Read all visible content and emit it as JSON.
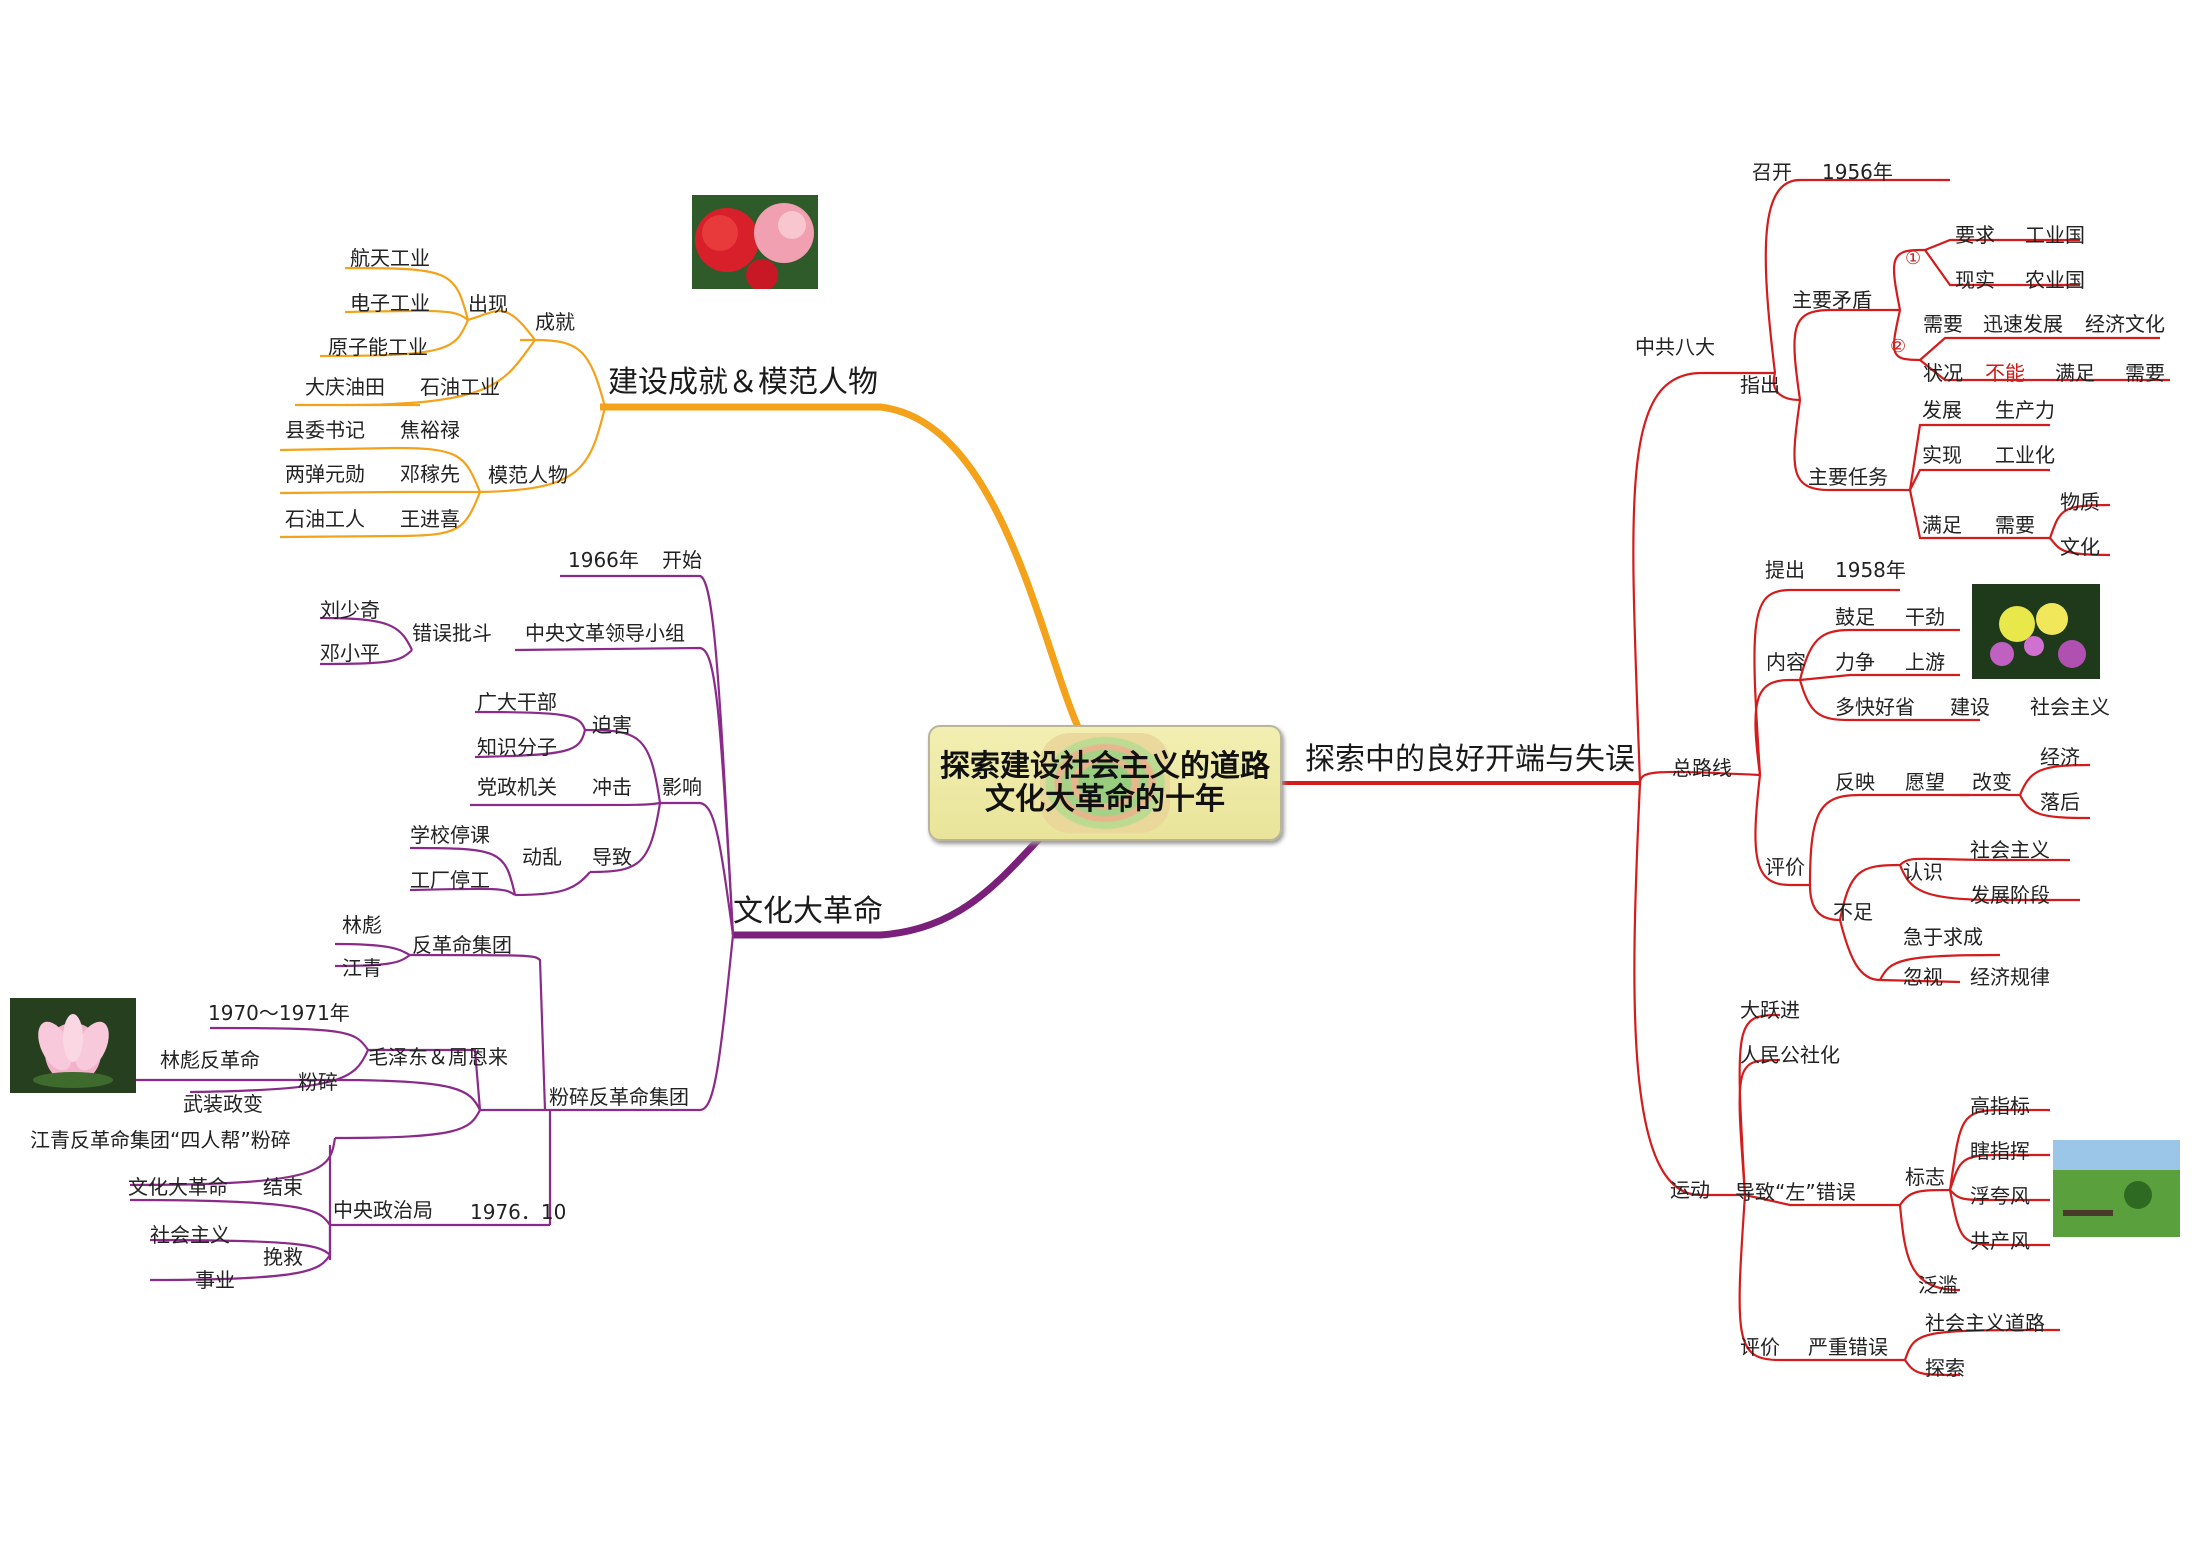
{
  "center": {
    "line1": "探索建设社会主义的道路",
    "line2": "文化大革命的十年"
  },
  "branches": {
    "achievements": "建设成就＆模范人物",
    "culture": "文化大革命",
    "exploration": "探索中的良好开端与失误"
  },
  "labels": {
    "a_cj": "成就",
    "a_cx": "出现",
    "a_htgy": "航天工业",
    "a_dzgy": "电子工业",
    "a_yznggy": "原子能工业",
    "a_syyy": "石油工业",
    "a_dqyt": "大庆油田",
    "a_mfrw": "模范人物",
    "a_jyl": "焦裕禄",
    "a_xwsj": "县委书记",
    "a_djx": "邓稼先",
    "a_ldyx": "两弹元勋",
    "a_wjx": "王进喜",
    "a_sygr": "石油工人",
    "c_ks": "开始",
    "c_1966": "1966年",
    "c_zywg": "中央文革领导小组",
    "c_cwpd": "错误批斗",
    "c_lsq": "刘少奇",
    "c_dxp": "邓小平",
    "c_yx": "影响",
    "c_ph": "迫害",
    "c_ddgb": "广大干部",
    "c_zsfz": "知识分子",
    "c_cj": "冲击",
    "c_dzjg": "党政机关",
    "c_dz": "导致",
    "c_dl": "动乱",
    "c_xxtk": "学校停课",
    "c_gctg": "工厂停工",
    "c_fsfgm": "粉碎反革命集团",
    "c_fgmjt": "反革命集团",
    "c_lb": "林彪",
    "c_jq": "江青",
    "c_mzd": "毛泽东＆周恩来",
    "c_1970": "1970～1971年",
    "c_fs": "粉碎",
    "c_lbfgm": "林彪反革命",
    "c_wzzb": "武装政变",
    "c_19761": "1976．10",
    "c_zyzzj": "中央政治局",
    "c_jqfgm": "江青反革命集团“四人帮”粉碎",
    "c_js": "结束",
    "c_whdgm": "文化大革命",
    "c_wj": "挽救",
    "c_shzy": "社会主义",
    "c_sy": "事业",
    "e_zgbd": "中共八大",
    "e_zk": "召开",
    "e_1956": "1956年",
    "e_zc": "指出",
    "e_zymd": "主要矛盾",
    "e_c1": "①",
    "e_yq": "要求",
    "e_gyg": "工业国",
    "e_xs": "现实",
    "e_nyg": "农业国",
    "e_c2": "②",
    "e_xy": "需要",
    "e_xsfz": "迅速发展",
    "e_jjwh": "经济文化",
    "e_zk2": "状况",
    "e_bn": "不能",
    "e_mz": "满足",
    "e_xy2": "需要",
    "e_zyrw": "主要任务",
    "e_fz": "发展",
    "e_scl": "生产力",
    "e_sx": "实现",
    "e_gyh": "工业化",
    "e_mz2": "满足",
    "e_xy3": "需要",
    "e_wz": "物质",
    "e_wh": "文化",
    "e_zlx": "总路线",
    "e_tc": "提出",
    "e_1958": "1958年",
    "e_nr": "内容",
    "e_gz": "鼓足",
    "e_gj": "干劲",
    "e_lz": "力争",
    "e_sy": "上游",
    "e_dkhs": "多快好省",
    "e_js": "建设",
    "e_shzy": "社会主义",
    "e_pj": "评价",
    "e_fy": "反映",
    "e_yw": "愿望",
    "e_gb": "改变",
    "e_jj": "经济",
    "e_lh": "落后",
    "e_bz": "不足",
    "e_rs": "认识",
    "e_shzy2": "社会主义",
    "e_fzjd": "发展阶段",
    "e_jyqc": "急于求成",
    "e_hs": "忽视",
    "e_jjgl": "经济规律",
    "e_yd": "运动",
    "e_dyj": "大跃进",
    "e_rmgsh": "人民公社化",
    "e_dzzc": "导致“左”错误",
    "e_bzh": "标志",
    "e_gzb": "高指标",
    "e_xzh": "瞎指挥",
    "e_fkf": "浮夸风",
    "e_gcf": "共产风",
    "e_fl": "泛滥",
    "e_pj2": "评价",
    "e_yzcw": "严重错误",
    "e_shzydl": "社会主义道路",
    "e_ts": "探索"
  },
  "colors": {
    "orange": "#f3a21a",
    "purple": "#8a2a8a",
    "red": "#d41c1c",
    "center_fill": "#f0edb0"
  },
  "images": [
    "red-carnation-photo",
    "lotus-flower-photo",
    "orchid-flower-photo",
    "grassland-photo"
  ]
}
